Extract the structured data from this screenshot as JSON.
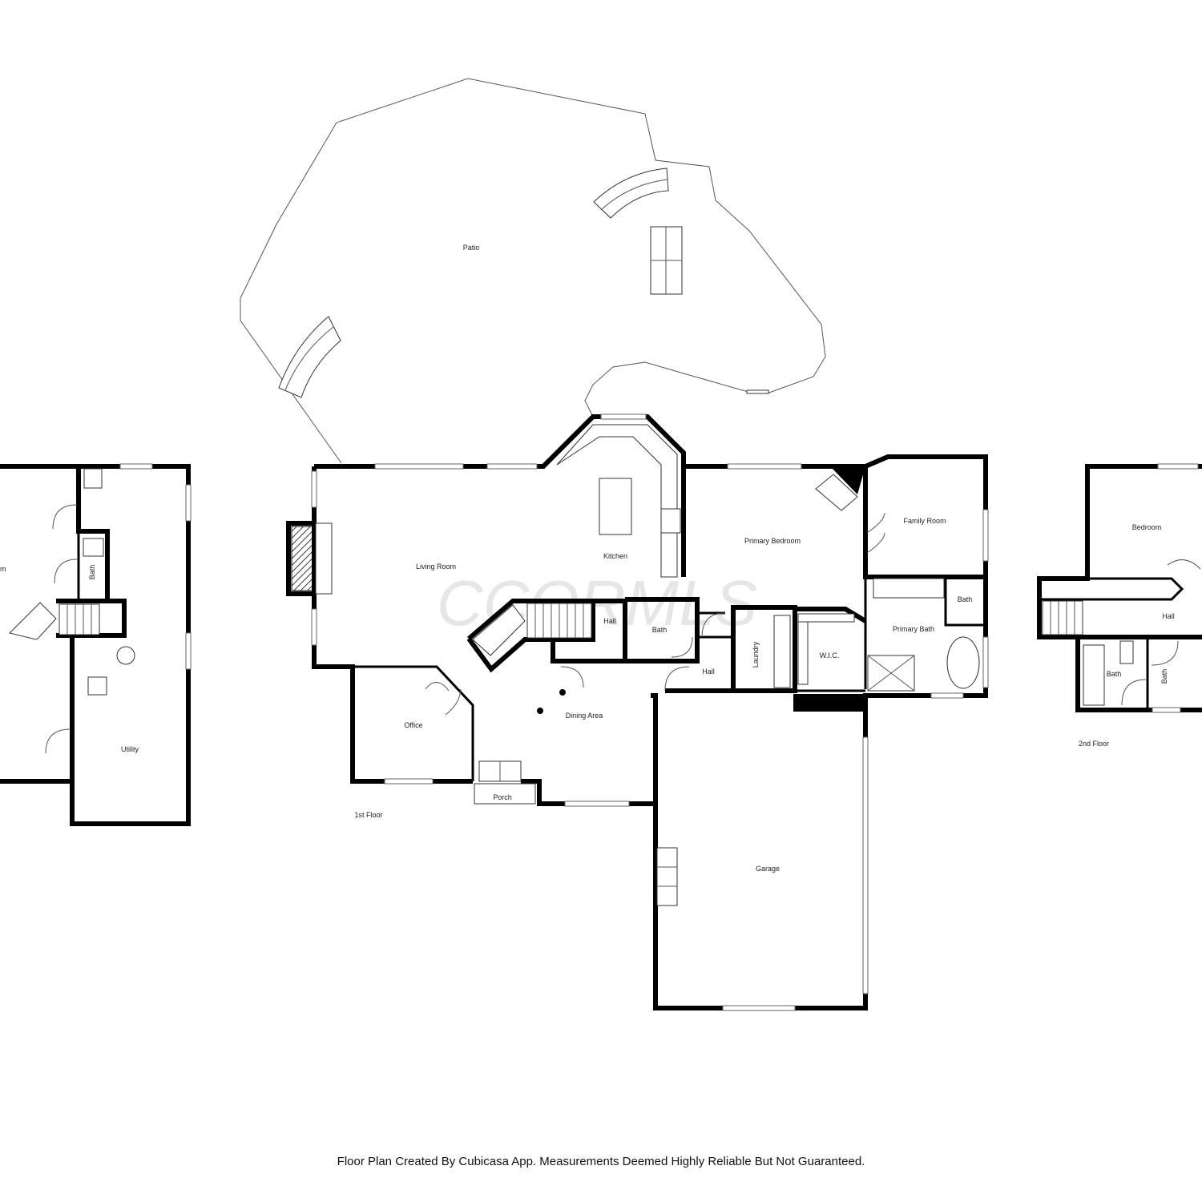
{
  "watermark": "CCORMLS",
  "footer": "Floor Plan Created By Cubicasa App. Measurements Deemed Highly Reliable But Not Guaranteed.",
  "floors": {
    "first": "1st Floor",
    "second": "2nd Floor"
  },
  "rooms": {
    "patio": "Patio",
    "living_room": "Living Room",
    "kitchen": "Kitchen",
    "primary_bedroom": "Primary Bedroom",
    "family_room": "Family Room",
    "primary_bath": "Primary Bath",
    "bath_1st_upper": "Bath",
    "bath_1st_lower": "Bath",
    "hall_1": "Hall",
    "hall_2": "Hall",
    "laundry": "Laundry",
    "wic": "W.I.C.",
    "office": "Office",
    "dining_area": "Dining Area",
    "porch": "Porch",
    "garage": "Garage",
    "basement_room_partial": "m",
    "basement_bath": "Bath",
    "utility": "Utility",
    "bedroom_2nd": "Bedroom",
    "hall_2nd": "Hall",
    "bath_2nd_a": "Bath",
    "bath_2nd_b": "Bath"
  }
}
